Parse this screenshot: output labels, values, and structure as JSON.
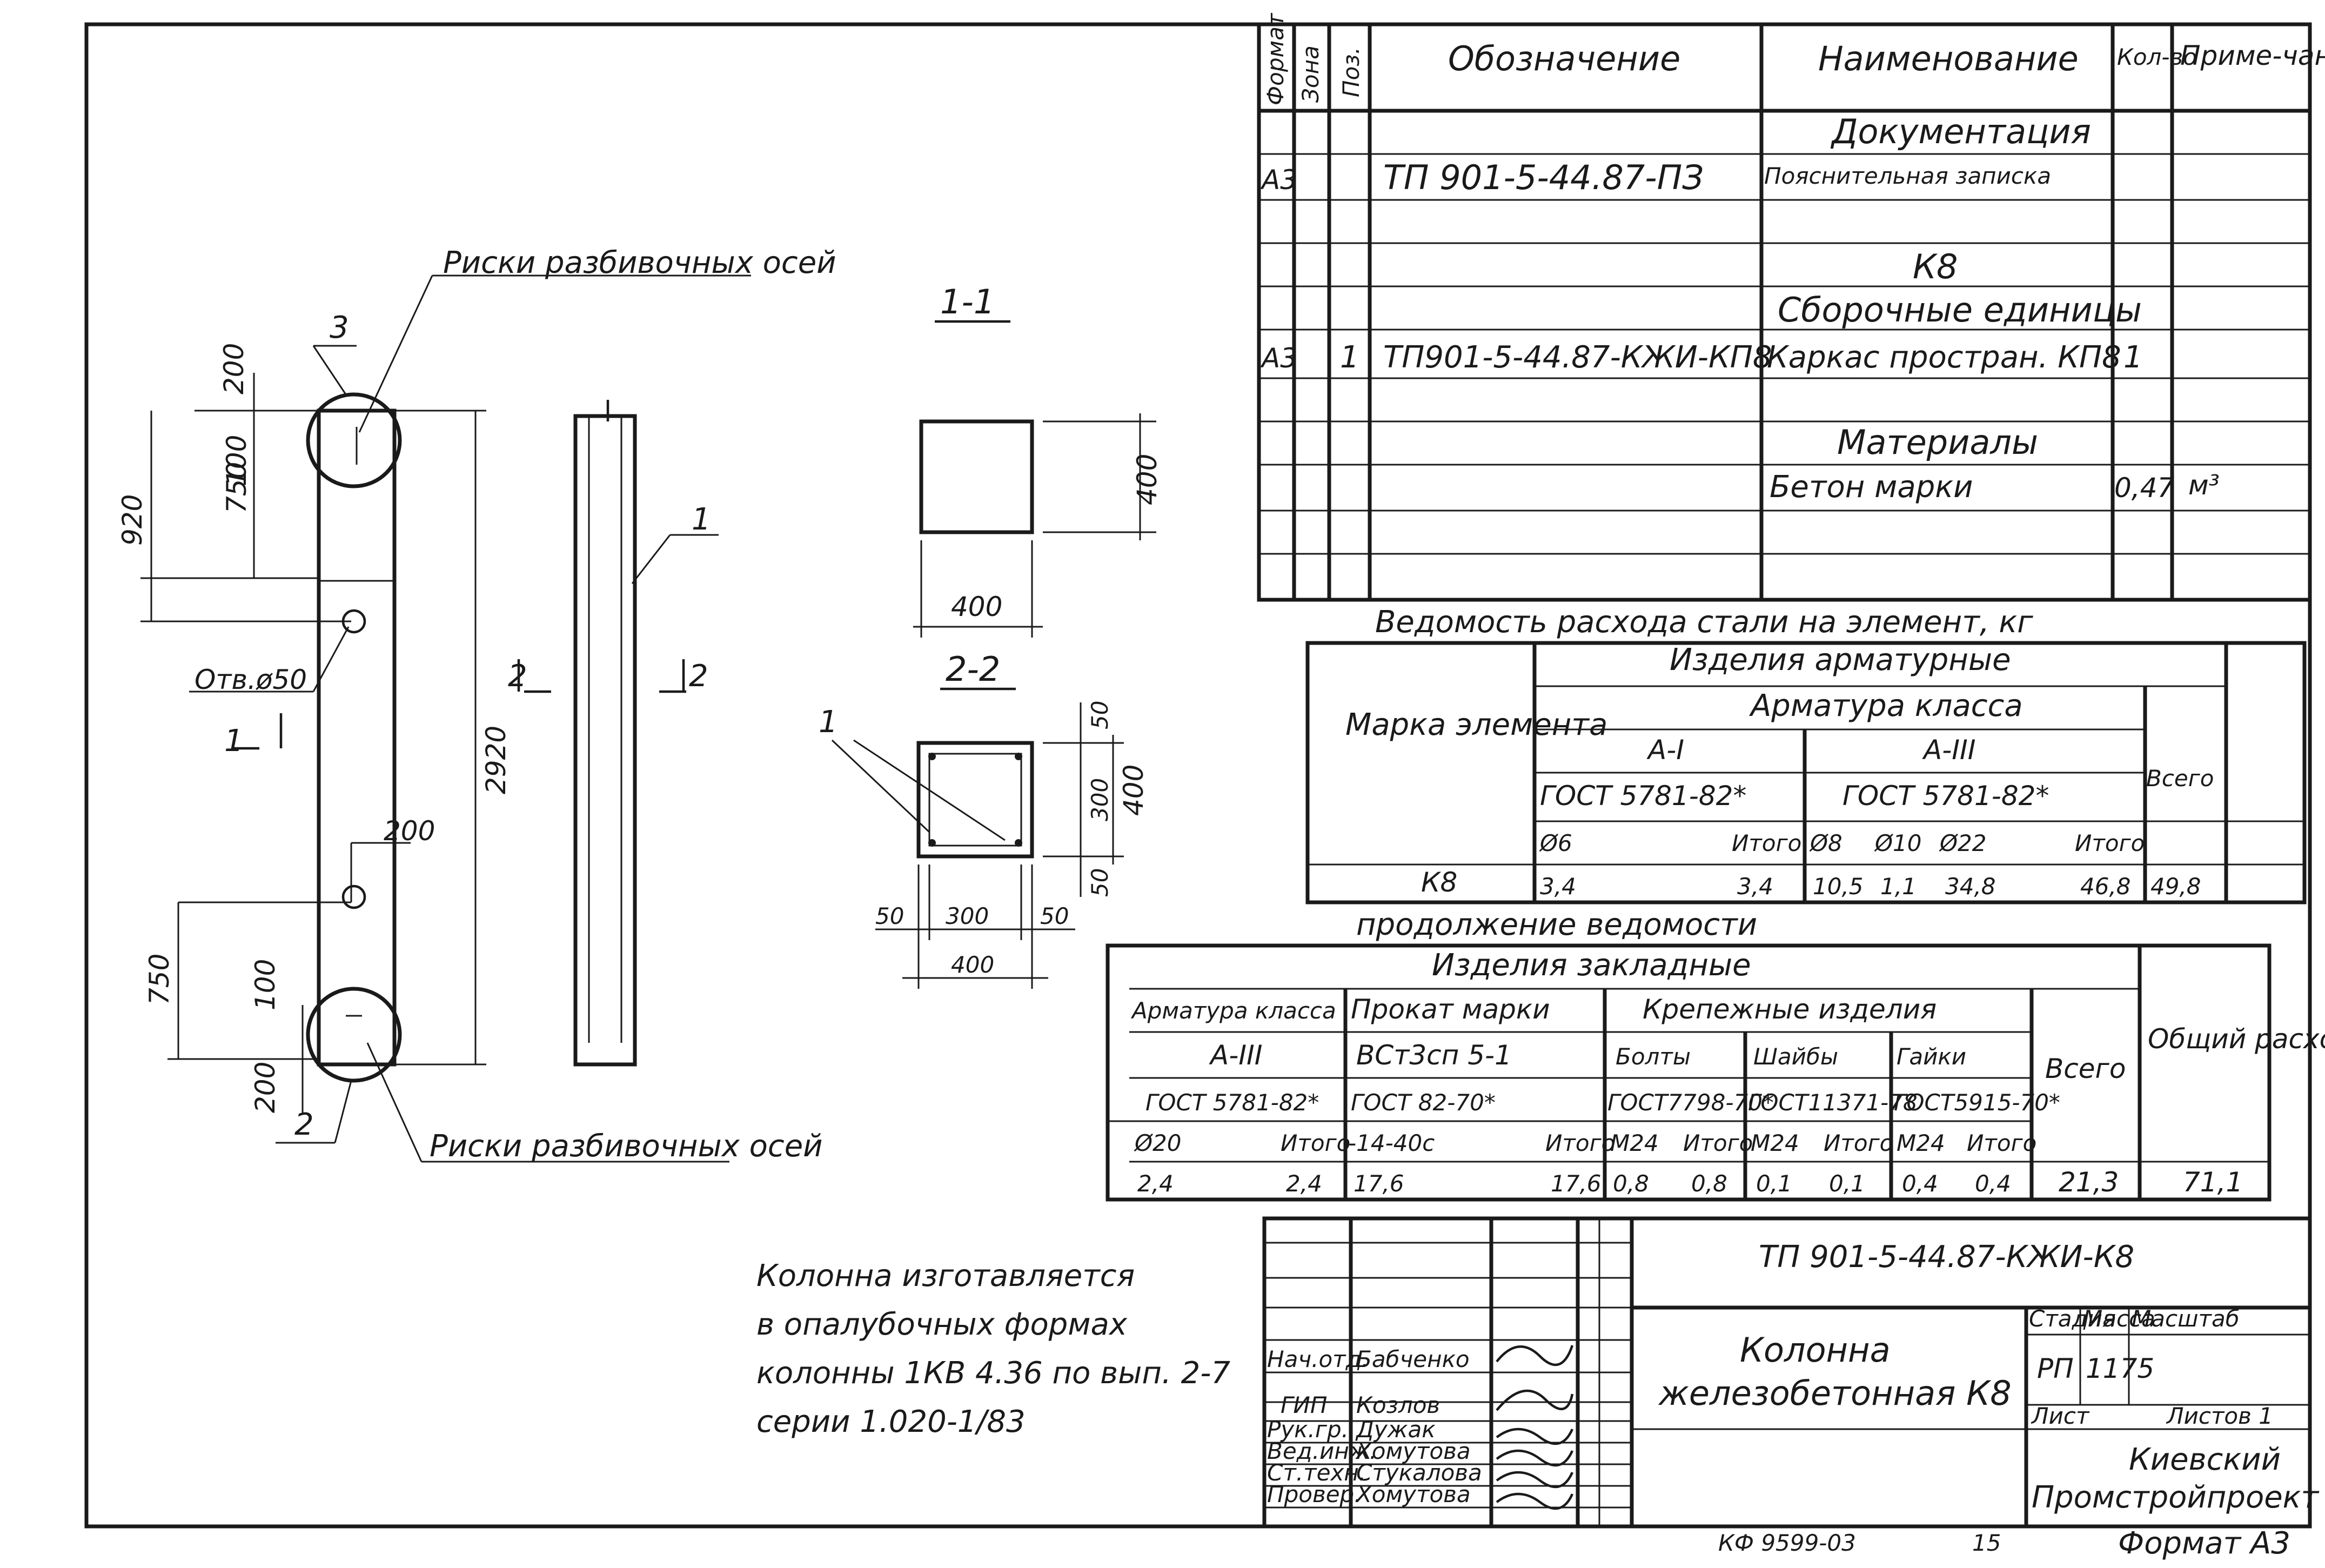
{
  "spec": {
    "headers": {
      "format": "Формат",
      "zone": "Зона",
      "pos": "Поз.",
      "designation": "Обозначение",
      "name": "Наименование",
      "qty": "Кол-во",
      "note": "Приме-чание"
    },
    "rows": [
      {
        "format": "",
        "pos": "",
        "designation": "",
        "name": "Документация",
        "qty": "",
        "note": ""
      },
      {
        "format": "А3",
        "pos": "",
        "designation": "ТП 901-5-44.87-ПЗ",
        "name": "Пояснительная записка",
        "qty": "",
        "note": ""
      },
      {
        "format": "",
        "pos": "",
        "designation": "",
        "name": "К8",
        "qty": "",
        "note": ""
      },
      {
        "format": "",
        "pos": "",
        "designation": "",
        "name": "Сборочные единицы",
        "qty": "",
        "note": ""
      },
      {
        "format": "А3",
        "pos": "1",
        "designation": "ТП901-5-44.87-КЖИ-КП8",
        "name": "Каркас простран. КП8",
        "qty": "1",
        "note": ""
      },
      {
        "format": "",
        "pos": "",
        "designation": "",
        "name": "Материалы",
        "qty": "",
        "note": ""
      },
      {
        "format": "",
        "pos": "",
        "designation": "",
        "name": "Бетон марки",
        "qty": "0,47",
        "note": "м³"
      }
    ]
  },
  "steel": {
    "title": "Ведомость расхода стали на элемент, кг",
    "mark_label": "Марка элемента",
    "group": "Изделия арматурные",
    "subgroup": "Арматура класса",
    "class1": "А-I",
    "class2": "А-III",
    "gost1": "ГОСТ 5781-82*",
    "gost2": "ГОСТ 5781-82*",
    "total_label": "Всего",
    "cols": [
      "Ø6",
      "",
      "",
      "Итого",
      "Ø8",
      "Ø10",
      "Ø22",
      "",
      "Итого"
    ],
    "row": {
      "mark": "К8",
      "values": [
        "3,4",
        "",
        "",
        "3,4",
        "10,5",
        "1,1",
        "34,8",
        "",
        "46,8"
      ],
      "total": "49,8"
    }
  },
  "steel2": {
    "title": "продолжение ведомости",
    "group": "Изделия закладные",
    "armature": "Арматура класса",
    "armature_class": "А-III",
    "armature_gost": "ГОСТ 5781-82*",
    "rolled": "Прокат марки",
    "rolled_mark": "ВСт3сп 5-1",
    "rolled_gost": "ГОСТ 82-70*",
    "fasteners": "Крепежные изделия",
    "bolts": "Болты",
    "bolts_gost": "ГОСТ7798-70*",
    "washers": "Шайбы",
    "washers_gost": "ГОСТ11371-78",
    "nuts": "Гайки",
    "nuts_gost": "ГОСТ5915-70*",
    "total_label": "Всего",
    "overall_label": "Общий расход",
    "cols": [
      "Ø20",
      "",
      "Итого",
      "-14-40с",
      "",
      "",
      "Итого",
      "М24",
      "Итого",
      "М24",
      "Итого",
      "М24",
      "Итого"
    ],
    "values": [
      "2,4",
      "",
      "2,4",
      "17,6",
      "",
      "",
      "17,6",
      "0,8",
      "0,8",
      "0,1",
      "0,1",
      "0,4",
      "0,4"
    ],
    "total": "21,3",
    "overall": "71,1"
  },
  "drawing": {
    "callout_axes_top": "Риски разбивочных осей",
    "callout_axes_bottom": "Риски разбивочных осей",
    "hole_label": "Отв.ø50",
    "pos1": "1",
    "pos2": "2",
    "pos3": "3",
    "sec1": "1-1",
    "sec2": "2-2",
    "sec_cut1": "1",
    "sec_cut2": "2",
    "dims": {
      "d200a": "200",
      "d100a": "100",
      "d750a": "750",
      "d920": "920",
      "d2920": "2920",
      "d200b": "200",
      "d750b": "750",
      "d100b": "100",
      "d200c": "200",
      "s1_w": "400",
      "s1_h": "400",
      "s2_50a": "50",
      "s2_300v": "300",
      "s2_400v": "400",
      "s2_50b": "50",
      "s2_50l": "50",
      "s2_300h": "300",
      "s2_50r": "50",
      "s2_400h": "400"
    }
  },
  "note": {
    "lines": [
      "Колонна изготавляется",
      "в опалубочных формах",
      "колонны 1КВ 4.36 по вып. 2-7",
      "серии 1.020-1/83"
    ]
  },
  "title_block": {
    "code": "ТП 901-5-44.87-КЖИ-К8",
    "name_line1": "Колонна",
    "name_line2": "железобетонная К8",
    "stage_label": "Стадия",
    "mass_label": "Масса",
    "scale_label": "Масштаб",
    "stage": "РП",
    "mass": "1175",
    "sheet_label": "Лист",
    "sheets_label": "Листов 1",
    "org_line1": "Киевский",
    "org_line2": "Промстройпроект",
    "roles": [
      {
        "role": "Нач.отд.",
        "name": "Бабченко"
      },
      {
        "role": "ГИП",
        "name": "Козлов"
      },
      {
        "role": "Рук.гр.",
        "name": "Дужак"
      },
      {
        "role": "Вед.инж.",
        "name": "Хомутова"
      },
      {
        "role": "Ст.техн.",
        "name": "Стукалова"
      },
      {
        "role": "Провер.",
        "name": "Хомутова"
      }
    ]
  },
  "footer": {
    "doc_no": "КФ 9599-03",
    "num": "15",
    "format": "Формат А3"
  }
}
